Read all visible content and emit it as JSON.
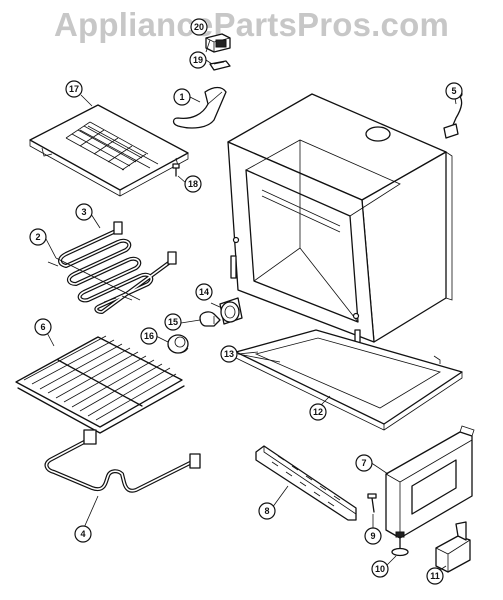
{
  "watermark": "AppliancePartsPros.com",
  "callouts": [
    {
      "id": "1",
      "label": "1"
    },
    {
      "id": "2",
      "label": "2"
    },
    {
      "id": "3",
      "label": "3"
    },
    {
      "id": "4",
      "label": "4"
    },
    {
      "id": "5",
      "label": "5"
    },
    {
      "id": "6",
      "label": "6"
    },
    {
      "id": "7",
      "label": "7"
    },
    {
      "id": "8",
      "label": "8"
    },
    {
      "id": "9",
      "label": "9"
    },
    {
      "id": "10",
      "label": "10"
    },
    {
      "id": "11",
      "label": "11"
    },
    {
      "id": "12",
      "label": "12"
    },
    {
      "id": "13",
      "label": "13"
    },
    {
      "id": "14",
      "label": "14"
    },
    {
      "id": "15",
      "label": "15"
    },
    {
      "id": "16",
      "label": "16"
    },
    {
      "id": "17",
      "label": "17"
    },
    {
      "id": "18",
      "label": "18"
    },
    {
      "id": "19",
      "label": "19"
    },
    {
      "id": "20",
      "label": "20"
    }
  ]
}
